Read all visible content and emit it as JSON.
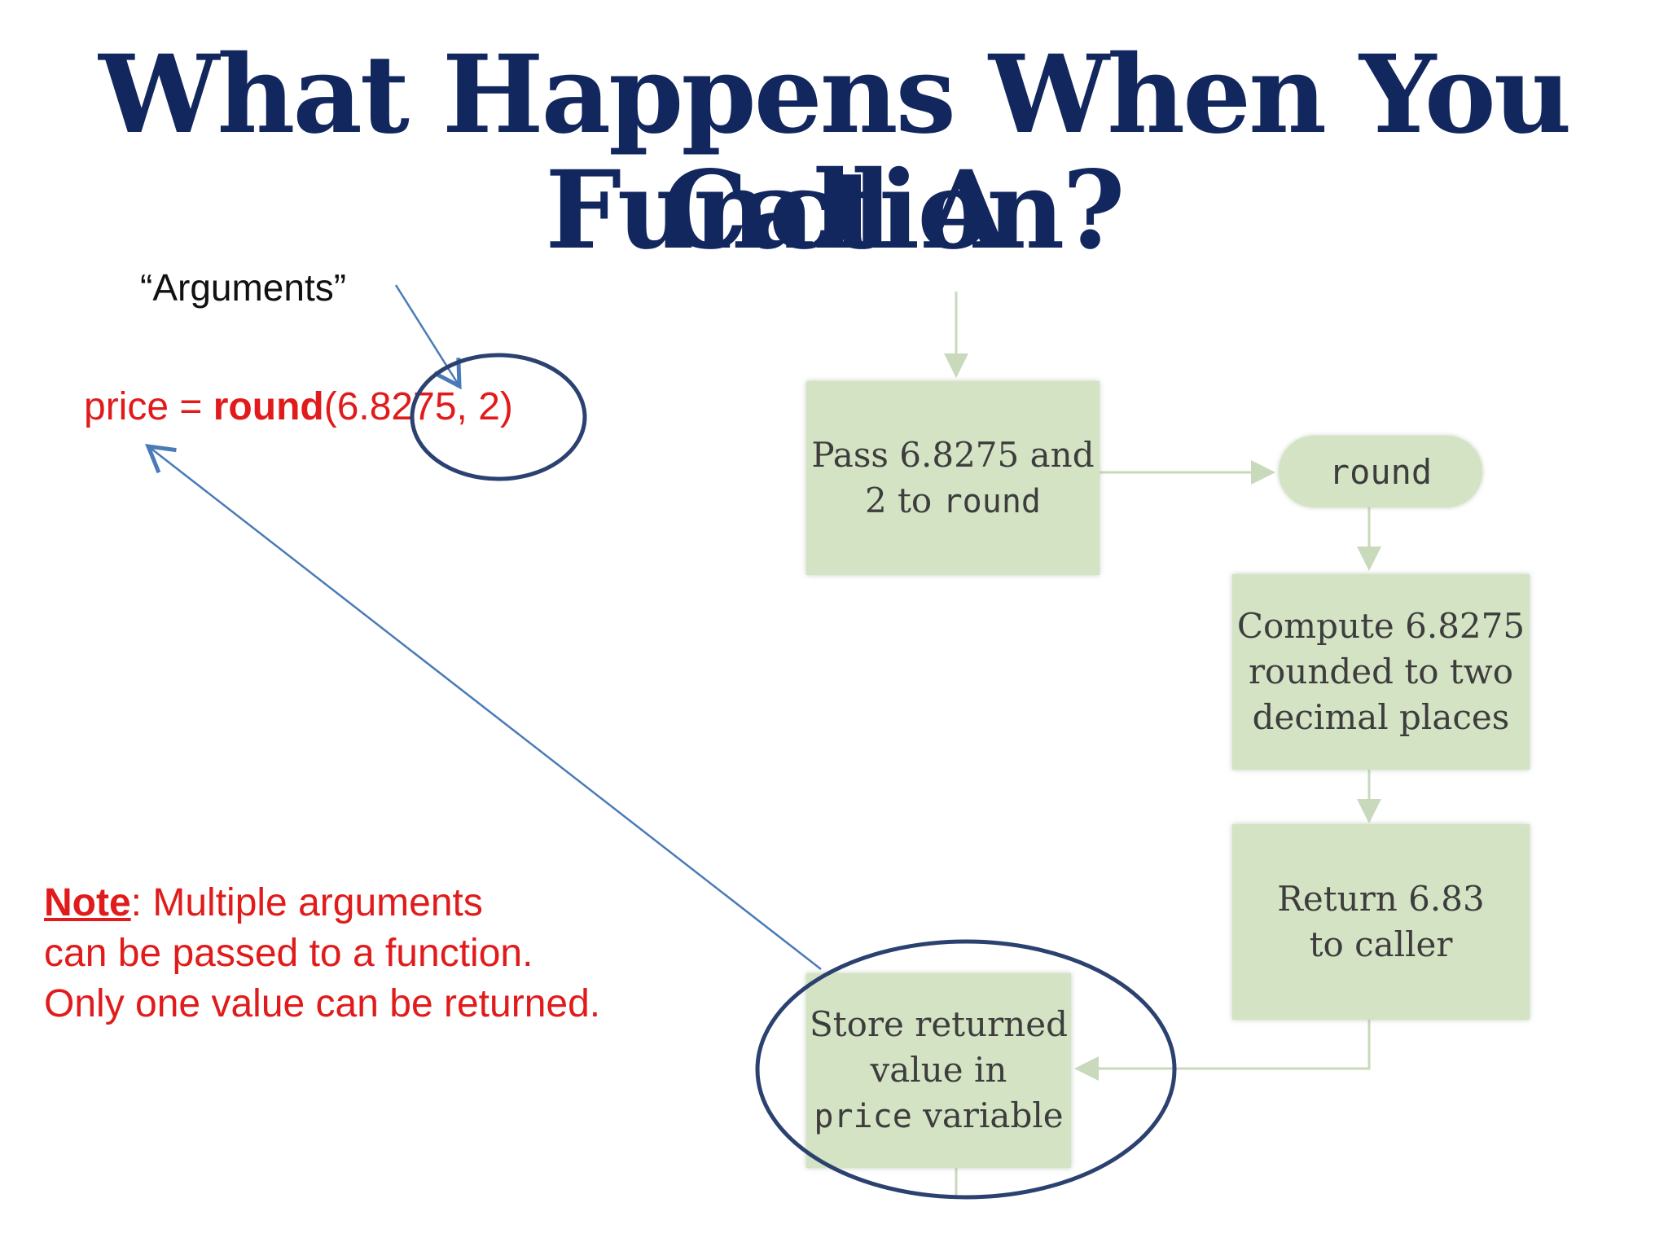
{
  "title": {
    "line1": "What Happens When You Call A",
    "line2": "Function?"
  },
  "arguments_label": "“Arguments”",
  "code": {
    "prefix": "price = ",
    "function_name": "round",
    "args": "(6.8275, 2)"
  },
  "note": {
    "label": "Note",
    "line1_rest": ": Multiple arguments",
    "line2": "can be passed to a function.",
    "line3": "Only one value can be returned."
  },
  "flowchart": {
    "pass_box": {
      "line1": "Pass 6.8275 and",
      "line2_prefix": "2 to ",
      "line2_mono": "round"
    },
    "function_pill": "round",
    "compute_box": {
      "line1": "Compute 6.8275",
      "line2": "rounded to two",
      "line3": "decimal places"
    },
    "return_box": {
      "line1": "Return 6.83",
      "line2": "to caller"
    },
    "store_box": {
      "line1": "Store returned",
      "line2": "value in",
      "line3_mono": "price",
      "line3_rest": " variable"
    }
  },
  "colors": {
    "title": "#13275f",
    "code_text": "#e11b1b",
    "annotation_line": "#4a7ab8",
    "ellipse": "#2b4170",
    "box_fill": "#d4e3c4",
    "connector": "#c9d9bb"
  }
}
